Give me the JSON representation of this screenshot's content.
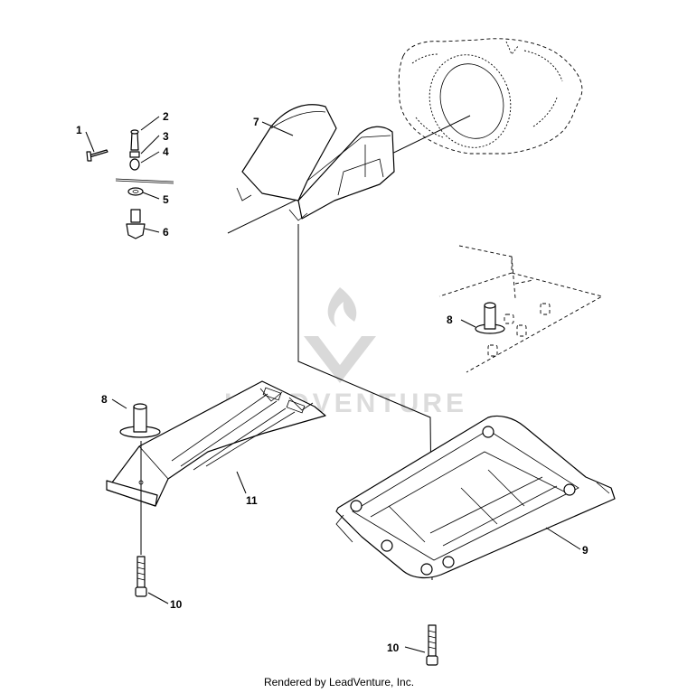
{
  "watermark": {
    "text": "LEADVENTURE"
  },
  "callouts": [
    "1",
    "2",
    "3",
    "4",
    "5",
    "6",
    "7",
    "8",
    "8",
    "9",
    "10",
    "10",
    "11"
  ],
  "footer": "Rendered by LeadVenture, Inc."
}
